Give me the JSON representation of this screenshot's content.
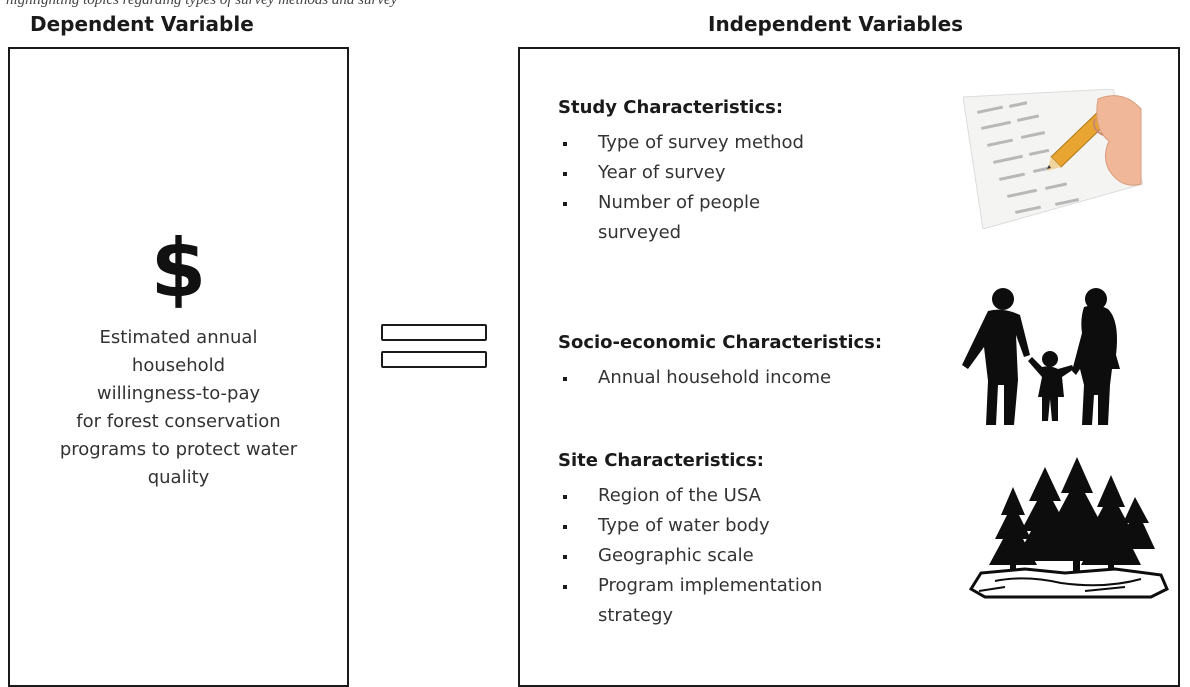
{
  "caption": "highlighting topics regarding types of survey methods and survey",
  "dependent": {
    "heading": "Dependent Variable",
    "symbol": "$",
    "description_lines": [
      "Estimated annual",
      "household",
      "willingness-to-pay",
      "for forest conservation",
      "programs to protect water",
      "quality"
    ]
  },
  "independent": {
    "heading": "Independent Variables",
    "groups": [
      {
        "title": "Study Characteristics:",
        "items": [
          "Type of survey method",
          "Year of survey",
          "Number of people",
          "surveyed"
        ]
      },
      {
        "title": "Socio-economic Characteristics:",
        "items": [
          "Annual household income"
        ]
      },
      {
        "title": "Site Characteristics:",
        "items": [
          "Region of the USA",
          "Type of water body",
          "Geographic scale",
          "Program implementation",
          "strategy"
        ]
      }
    ]
  },
  "illustrations": [
    "survey-form-pencil-icon",
    "family-silhouette-icon",
    "forest-trees-icon"
  ]
}
